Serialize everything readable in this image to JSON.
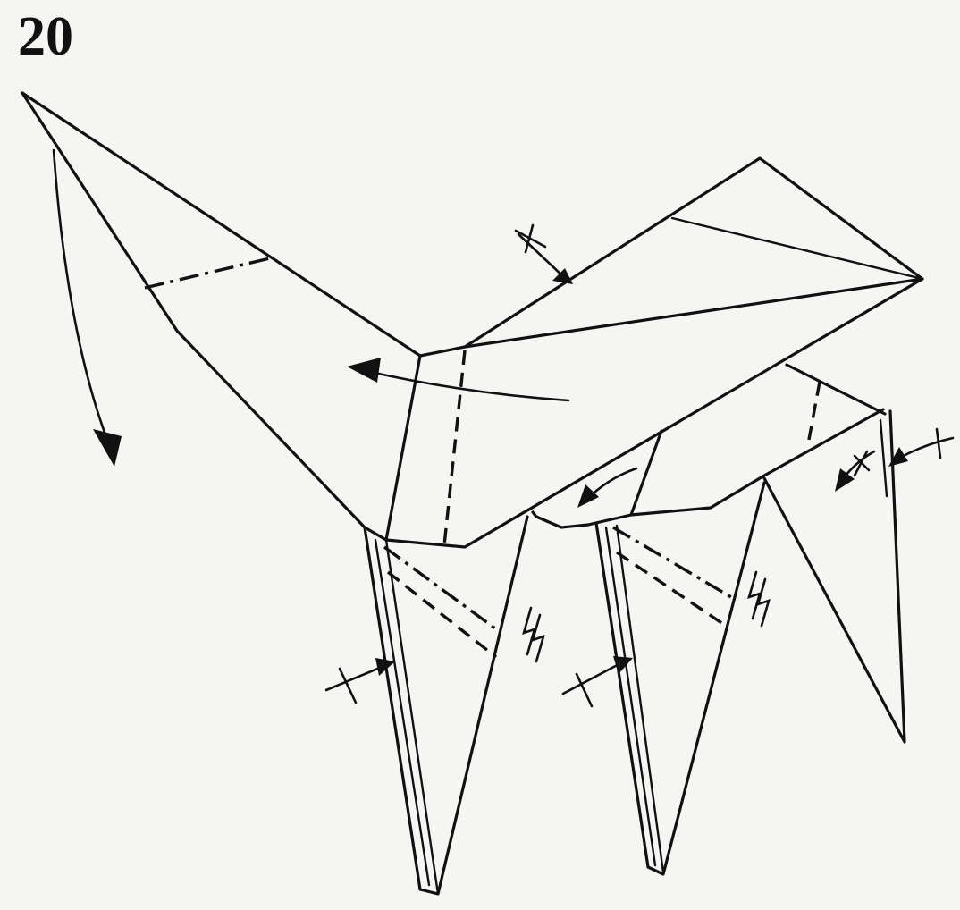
{
  "step": {
    "number": "20"
  },
  "diagram": {
    "subject": "origami-animal-fold-step",
    "symbols": [
      "fold-arrow",
      "reverse-fold-arrow",
      "valley-fold-line",
      "mountain-fold-line",
      "crease-mark",
      "zigzag-pleat-mark"
    ]
  }
}
